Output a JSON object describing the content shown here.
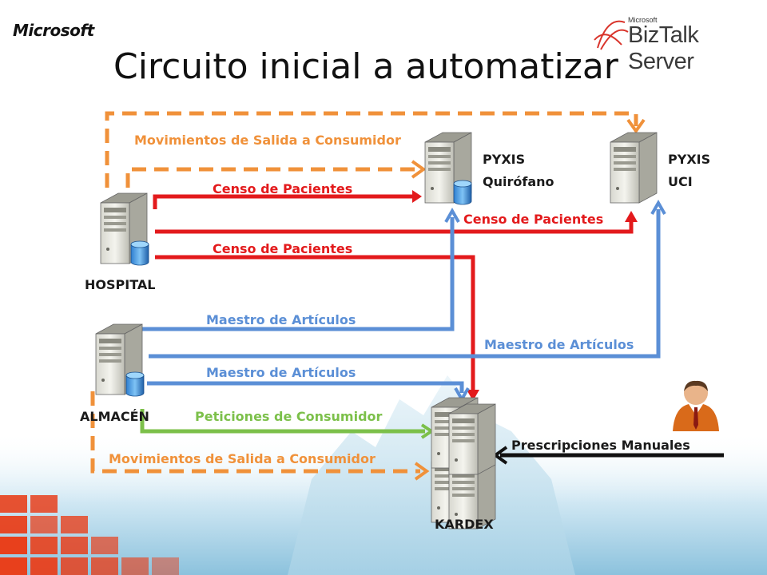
{
  "header": {
    "microsoft_logo": "Microsoft",
    "biztalk_small": "Microsoft",
    "biztalk_main": "BizTalk Server",
    "title": "Circuito inicial a automatizar"
  },
  "nodes": {
    "hospital": "HOSPITAL",
    "almacen": "ALMACÉN",
    "pyxis_quirofano_line1": "PYXIS",
    "pyxis_quirofano_line2": "Quirófano",
    "pyxis_uci_line1": "PYXIS",
    "pyxis_uci_line2": "UCI",
    "kardex": "KARDEX"
  },
  "flows": {
    "salida_top": "Movimientos de Salida a Consumidor",
    "censo_1": "Censo de Pacientes",
    "censo_2": "Censo de Pacientes",
    "censo_3": "Censo de Pacientes",
    "maestro_1": "Maestro de Artículos",
    "maestro_2": "Maestro de Artículos",
    "maestro_3": "Maestro de Artículos",
    "peticiones": "Peticiones de Consumidor",
    "salida_bottom": "Movimientos de Salida a Consumidor",
    "prescripciones": "Prescripciones Manuales"
  },
  "colors": {
    "salida": "#f0913a",
    "censo": "#e31a1c",
    "maestro": "#5b8fd6",
    "peticiones": "#7cc04a",
    "prescripciones": "#111111",
    "tiles": "#e8401c"
  },
  "icons": {
    "server": "server-icon",
    "person": "user-icon"
  }
}
